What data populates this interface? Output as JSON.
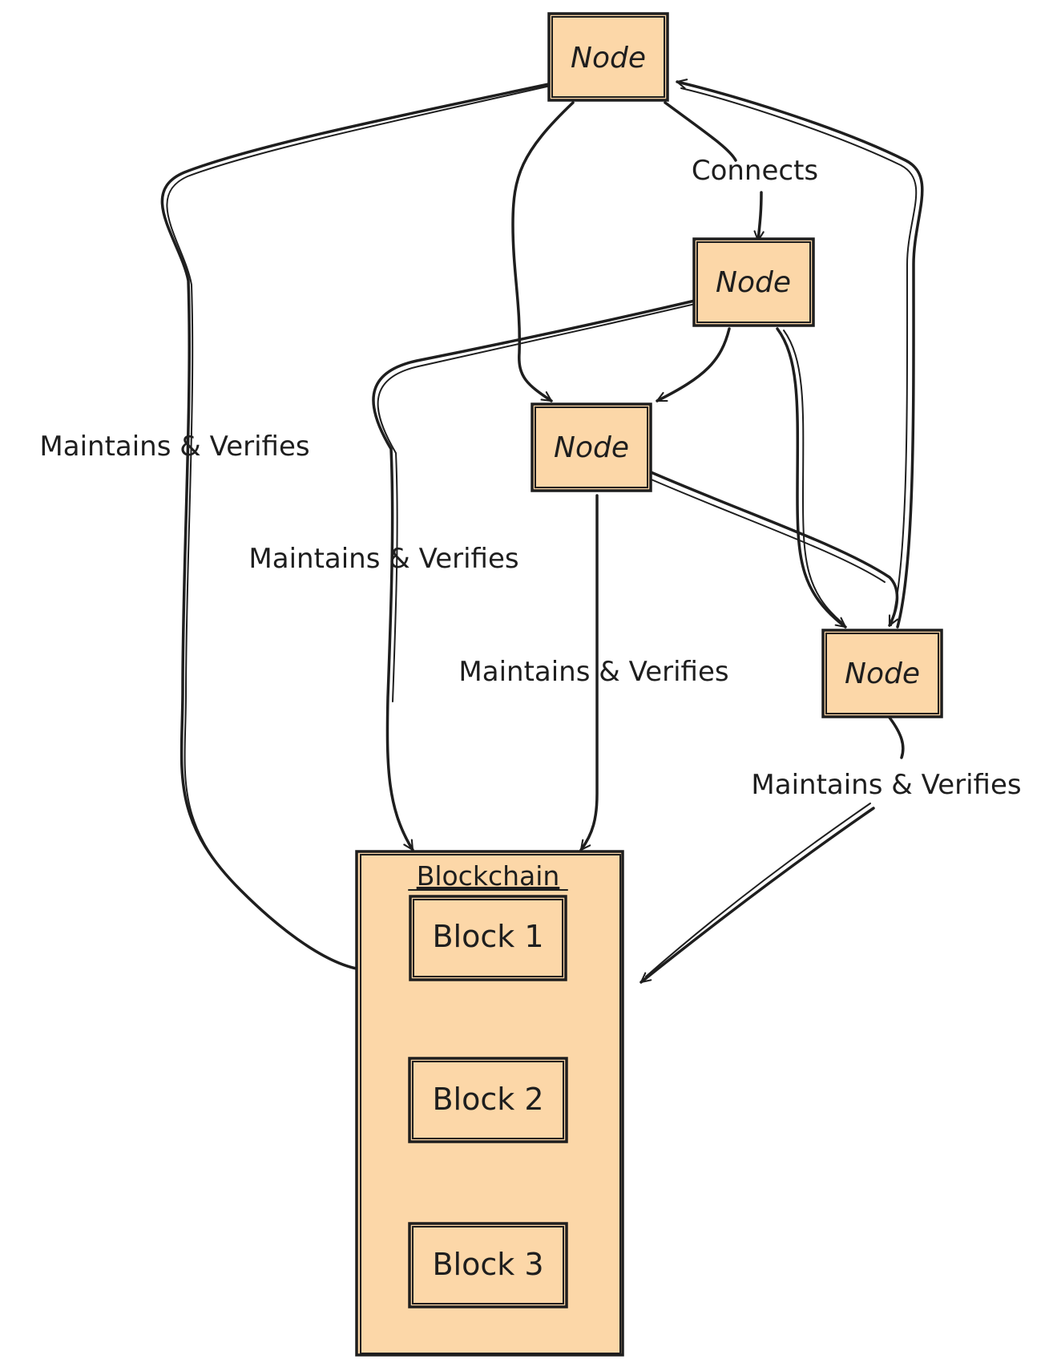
{
  "nodes": [
    {
      "label": "Node"
    },
    {
      "label": "Node"
    },
    {
      "label": "Node"
    },
    {
      "label": "Node"
    }
  ],
  "blockchain": {
    "title": "Blockchain",
    "blocks": [
      {
        "label": "Block 1"
      },
      {
        "label": "Block 2"
      },
      {
        "label": "Block 3"
      }
    ]
  },
  "edge_labels": {
    "connects": "Connects",
    "maintains_1": "Maintains & Verifies",
    "maintains_2": "Maintains & Verifies",
    "maintains_3": "Maintains & Verifies",
    "maintains_4": "Maintains & Verifies"
  },
  "colors": {
    "fill": "#fcd7a8",
    "stroke": "#1e1e1e"
  }
}
